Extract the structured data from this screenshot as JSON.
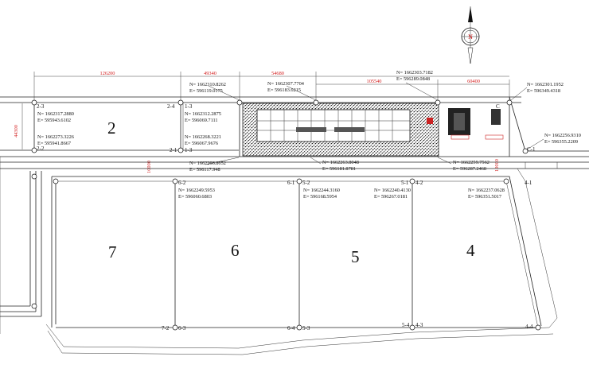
{
  "plots": [
    {
      "id": "plot-2",
      "label": "2"
    },
    {
      "id": "plot-7",
      "label": "7"
    },
    {
      "id": "plot-6",
      "label": "6"
    },
    {
      "id": "plot-5",
      "label": "5"
    },
    {
      "id": "plot-4",
      "label": "4"
    }
  ],
  "dimensions": [
    "126200",
    "49340",
    "54680",
    "105540",
    "60400",
    "44300",
    "10000",
    "10000"
  ],
  "point_labels": {
    "p_2_3": "2-3",
    "p_2_4": "2-4",
    "p_1_3a": "1-3",
    "p_2_2": "2-2",
    "p_2_1": "2-1",
    "p_1_3b": "1-3",
    "p_c": "C",
    "p_c_1": "C-1",
    "p_6_2": "6-2",
    "p_6_1": "6-1",
    "p_5_2": "5-2",
    "p_5_1": "5-1",
    "p_4_2": "4-2",
    "p_4_1": "4-1",
    "p_7_2": "7-2",
    "p_6_3": "6-3",
    "p_6_4": "6-4",
    "p_5_3": "5-3",
    "p_5_4": "5-4",
    "p_4_3": "4-3",
    "p_4_4": "4-4"
  },
  "coords": {
    "c_2_3": {
      "n": "N= 1662317.2880",
      "e": "E= 595943.6102"
    },
    "c_2_2": {
      "n": "N= 1662273.3226",
      "e": "E= 595941.8667"
    },
    "c_top_1": {
      "n": "N= 1662310.8262",
      "e": "E= 596119.0175"
    },
    "c_1_3a": {
      "n": "N= 1662312.2875",
      "e": "E= 596069.7111"
    },
    "c_1_3b": {
      "n": "N= 1662268.3221",
      "e": "E= 596067.9676"
    },
    "c_top_2": {
      "n": "N= 1662307.7704",
      "e": "E= 596183.6215"
    },
    "c_top_3": {
      "n": "N= 1662303.7182",
      "e": "E= 596289.0848"
    },
    "c_top_4": {
      "n": "N= 1662301.1952",
      "e": "E= 596349.4318"
    },
    "c_c_1": {
      "n": "N= 1662256.9310",
      "e": "E= 596355.2209"
    },
    "c_road_1": {
      "n": "N= 1662266.8652",
      "e": "E= 596117.948"
    },
    "c_road_2": {
      "n": "N= 1662263.8048",
      "e": "E= 596181.8781"
    },
    "c_road_3": {
      "n": "N= 1662259.7562",
      "e": "E= 596287.2468"
    },
    "c_6_2": {
      "n": "N= 1662249.5953",
      "e": "E= 596060.6803"
    },
    "c_5_2": {
      "n": "N= 1662244.3160",
      "e": "E= 596168.5954"
    },
    "c_4_2": {
      "n": "N= 1662240.4130",
      "e": "E= 596267.0181"
    },
    "c_4_1": {
      "n": "N= 1662237.0628",
      "e": "E= 596351.5017"
    }
  },
  "compass": {
    "letter": "N"
  },
  "colors": {
    "line": "#222222",
    "dimension": "#d21a1a",
    "hatch": "#5a5a5a"
  }
}
